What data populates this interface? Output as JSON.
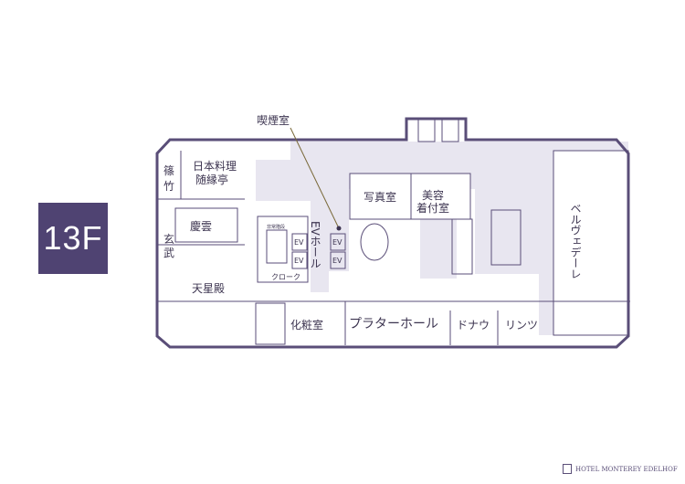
{
  "floor": "13F",
  "rooms": {
    "smoking": "喫煙室",
    "japanese": "日本料理",
    "japanese2": "随縁亭",
    "shinochiku": "篠竹",
    "keiun": "慶雲",
    "genbu": "玄武",
    "tenseiden": "天星殿",
    "ev_hall": "EVホール",
    "ev": "EV",
    "emergency": "非常階段",
    "cloak": "クローク",
    "photo": "写真室",
    "beauty1": "美容",
    "beauty2": "着付室",
    "belvedere": "ベルヴェデーレ",
    "restroom": "化粧室",
    "plaza": "プラターホール",
    "donau": "ドナウ",
    "rintsu": "リンツ"
  },
  "logo": "HOTEL MONTEREY EDELHOF",
  "colors": {
    "outline": "#5a4e78",
    "fill": "#e8e6f0",
    "badge": "#4f4372"
  }
}
